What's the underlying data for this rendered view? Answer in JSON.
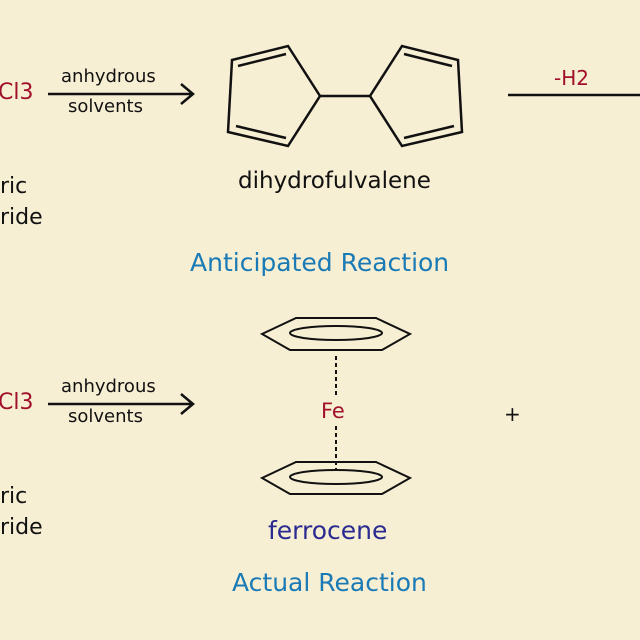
{
  "anticipated": {
    "reactant_formula": "Cl3",
    "reactant_line1": "ric",
    "reactant_line2": "ride",
    "condition_top": "anhydrous",
    "condition_bottom": "solvents",
    "product": "dihydrofulvalene",
    "loss": "-H2",
    "title": "Anticipated Reaction"
  },
  "actual": {
    "reactant_formula": "Cl3",
    "reactant_line1": "ric",
    "reactant_line2": "ride",
    "condition_top": "anhydrous",
    "condition_bottom": "solvents",
    "metal": "Fe",
    "plus": "+",
    "product": "ferrocene",
    "title": "Actual Reaction"
  },
  "colors": {
    "background": "#f7efd4",
    "red": "#a0102a",
    "title_blue": "#1a7ab5",
    "product_blue": "#2a2a90"
  }
}
